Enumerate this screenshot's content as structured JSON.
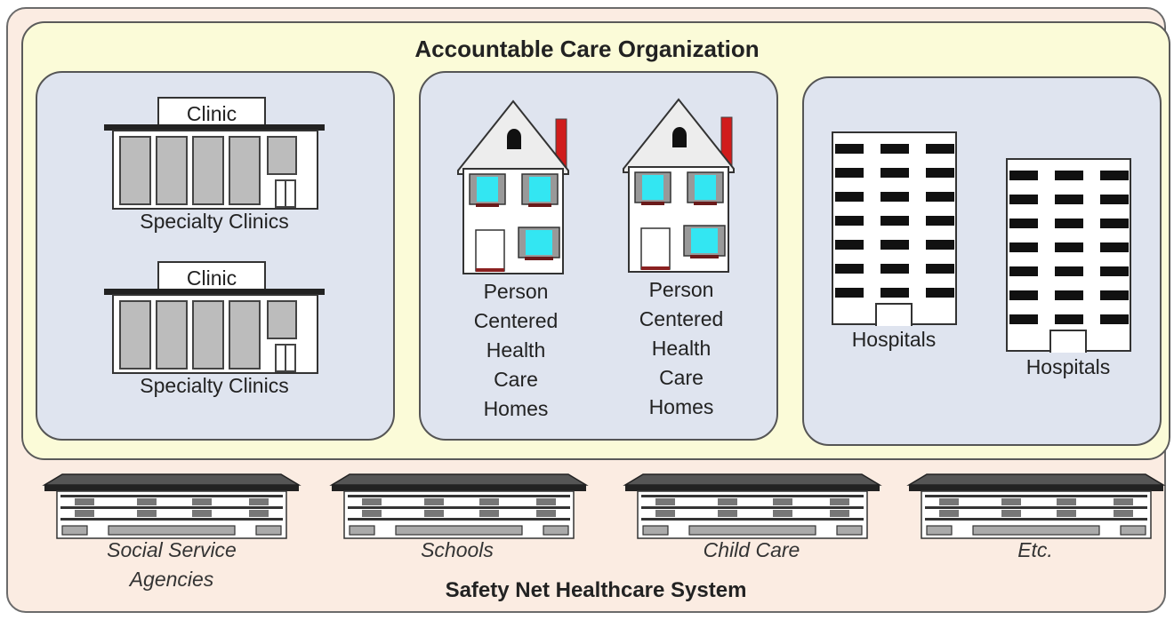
{
  "aco": {
    "title": "Accountable Care Organization",
    "clinic_sign": "Clinic",
    "specialty_clinics_label": "Specialty Clinics",
    "homes_label_lines": [
      "Person",
      "Centered",
      "Health",
      "Care",
      "Homes"
    ],
    "hospitals_label": "Hospitals"
  },
  "safety_net": {
    "title": "Safety Net Healthcare System",
    "social_services_lines": [
      "Social Service",
      "Agencies"
    ],
    "schools": "Schools",
    "child_care": "Child Care",
    "etc": "Etc."
  },
  "colors": {
    "outer_bg": "#fbece2",
    "aco_bg": "#fbfbd8",
    "panel_bg": "#dfe4ef",
    "window_cyan": "#33e6f2",
    "chimney_red": "#d01c1c"
  }
}
